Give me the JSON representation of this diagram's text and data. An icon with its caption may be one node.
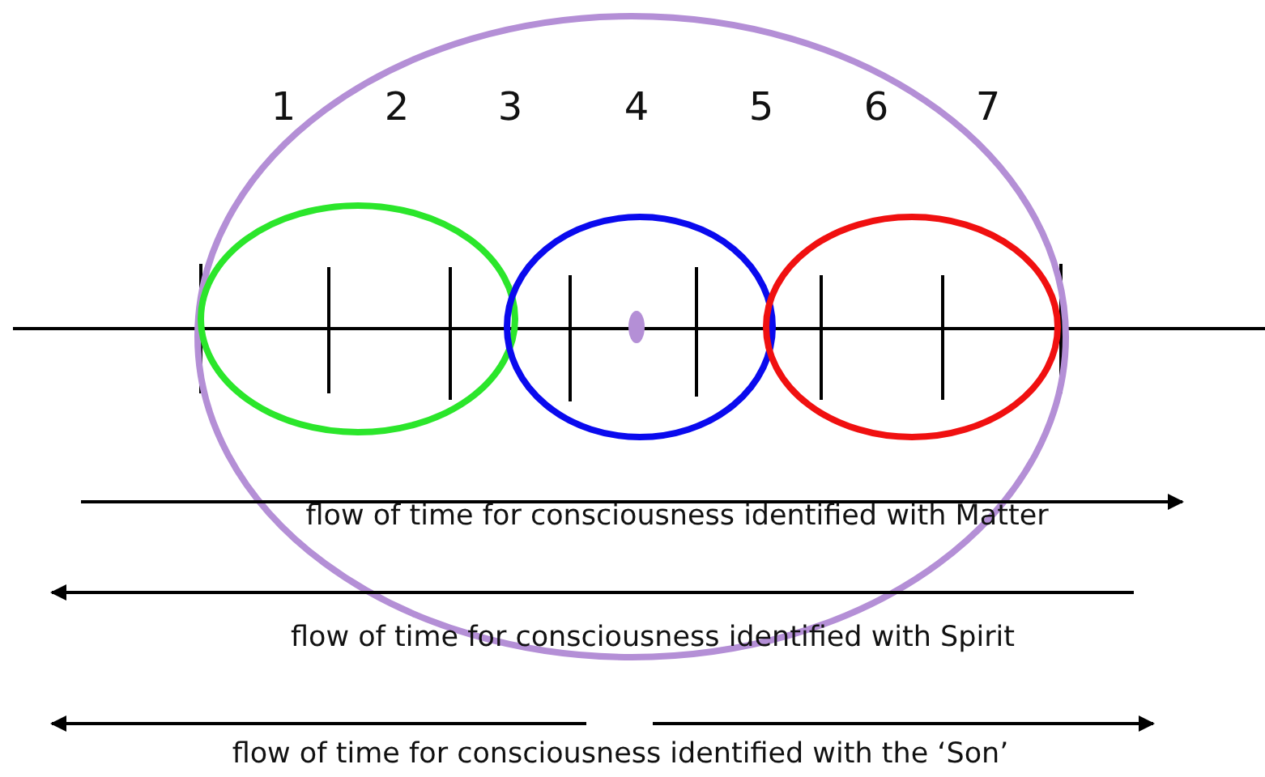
{
  "diagram": {
    "nodes": [
      {
        "text": [],
        "shape": "ellipse"
      },
      {
        "text": [],
        "shape": "ellipse",
        "in": 0
      },
      {
        "text": [],
        "shape": "ellipse",
        "in": 0
      },
      {
        "text": [],
        "shape": "ellipse",
        "in": 0
      }
    ],
    "labels": [
      "1",
      "2",
      "3",
      "4",
      "5",
      "6",
      "7",
      "flow of time for consciousness identified with Matter",
      "flow of time for consciousness identified with Spirit",
      "flow of time for consciousness identified with the ‘Son’"
    ]
  }
}
